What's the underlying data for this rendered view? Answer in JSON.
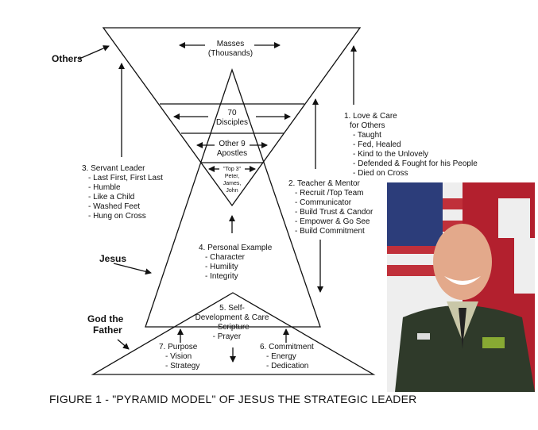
{
  "labels": {
    "others": "Others",
    "jesus": "Jesus",
    "god_the_father": [
      "God the",
      "Father"
    ]
  },
  "tiers": {
    "masses": [
      "Masses",
      "(Thousands)"
    ],
    "disciples": [
      "70",
      "Disciples"
    ],
    "apostles": [
      "Other 9",
      "Apostles"
    ],
    "top3": [
      "\"Top 3\"",
      "Peter,",
      "James,",
      "John"
    ]
  },
  "principles": {
    "love_care": {
      "title": "1. Love & Care",
      "title2": "for Others",
      "items": [
        "- Taught",
        "- Fed, Healed",
        "- Kind to the Unlovely",
        "- Defended & Fought for his People",
        "- Died on Cross"
      ]
    },
    "teacher": {
      "title": "2. Teacher & Mentor",
      "items": [
        "- Recruit /Top Team",
        "- Communicator",
        "- Build Trust & Candor",
        "- Empower & Go See",
        "- Build Commitment"
      ]
    },
    "servant": {
      "title": "3. Servant Leader",
      "items": [
        "- Last First, First Last",
        "- Humble",
        "- Like a Child",
        "- Washed Feet",
        "- Hung on Cross"
      ]
    },
    "example": {
      "title": "4. Personal Example",
      "items": [
        "- Character",
        "- Humility",
        "- Integrity"
      ]
    },
    "self_dev": {
      "title": "5. Self-",
      "title2": "Development & Care",
      "items": [
        "- Scripture",
        "- Prayer"
      ]
    },
    "commitment": {
      "title": "6. Commitment",
      "items": [
        "- Energy",
        "- Dedication"
      ]
    },
    "purpose": {
      "title": "7. Purpose",
      "items": [
        "- Vision",
        "- Strategy"
      ]
    }
  },
  "caption": "FIGURE 1 - \"PYRAMID MODEL\" OF JESUS THE STRATEGIC LEADER"
}
